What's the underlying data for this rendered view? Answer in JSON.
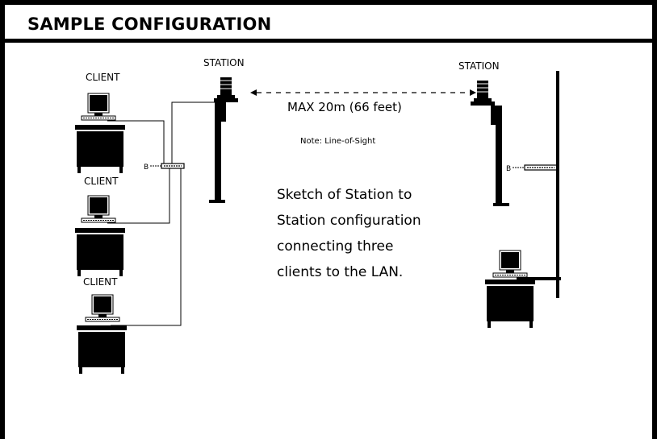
{
  "header": {
    "title": "SAMPLE CONFIGURATION"
  },
  "labels": {
    "client_1": "CLIENT",
    "client_2": "CLIENT",
    "client_3": "CLIENT",
    "station_left": "STATION",
    "station_right": "STATION",
    "distance": "MAX 20m (66 feet)",
    "note": "Note: Line-of-Sight",
    "hub_left": "B",
    "hub_right": "B"
  },
  "description": {
    "line1": "Sketch of Station to",
    "line2": "Station configuration",
    "line3": "connecting three",
    "line4": "clients to the LAN."
  }
}
